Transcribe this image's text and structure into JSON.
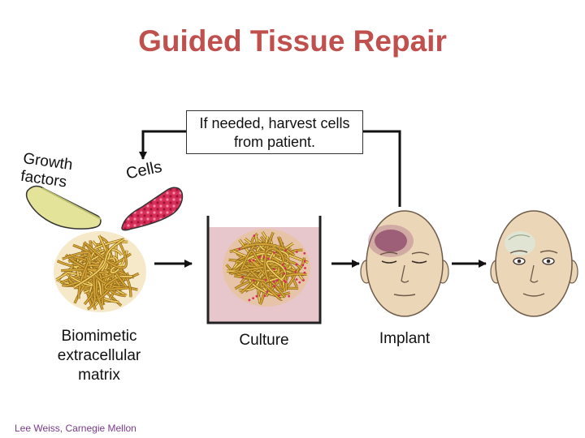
{
  "title": "Guided Tissue Repair",
  "harvest_note": "If needed, harvest cells from patient.",
  "labels": {
    "growth_factors": "Growth factors",
    "cells": "Cells",
    "matrix": "Biomimetic extracellular matrix",
    "culture": "Culture",
    "implant": "Implant"
  },
  "credit": "Lee Weiss, Carnegie Mellon",
  "colors": {
    "title": "#c0504d",
    "growth_fluid": "#e4e39a",
    "cells_fluid": "#d62f5a",
    "culture_liquid": "#e8c7cc",
    "scaffold": "#d8a838",
    "skin": "#ecd6b8",
    "bruise": "#8e4b6b"
  }
}
